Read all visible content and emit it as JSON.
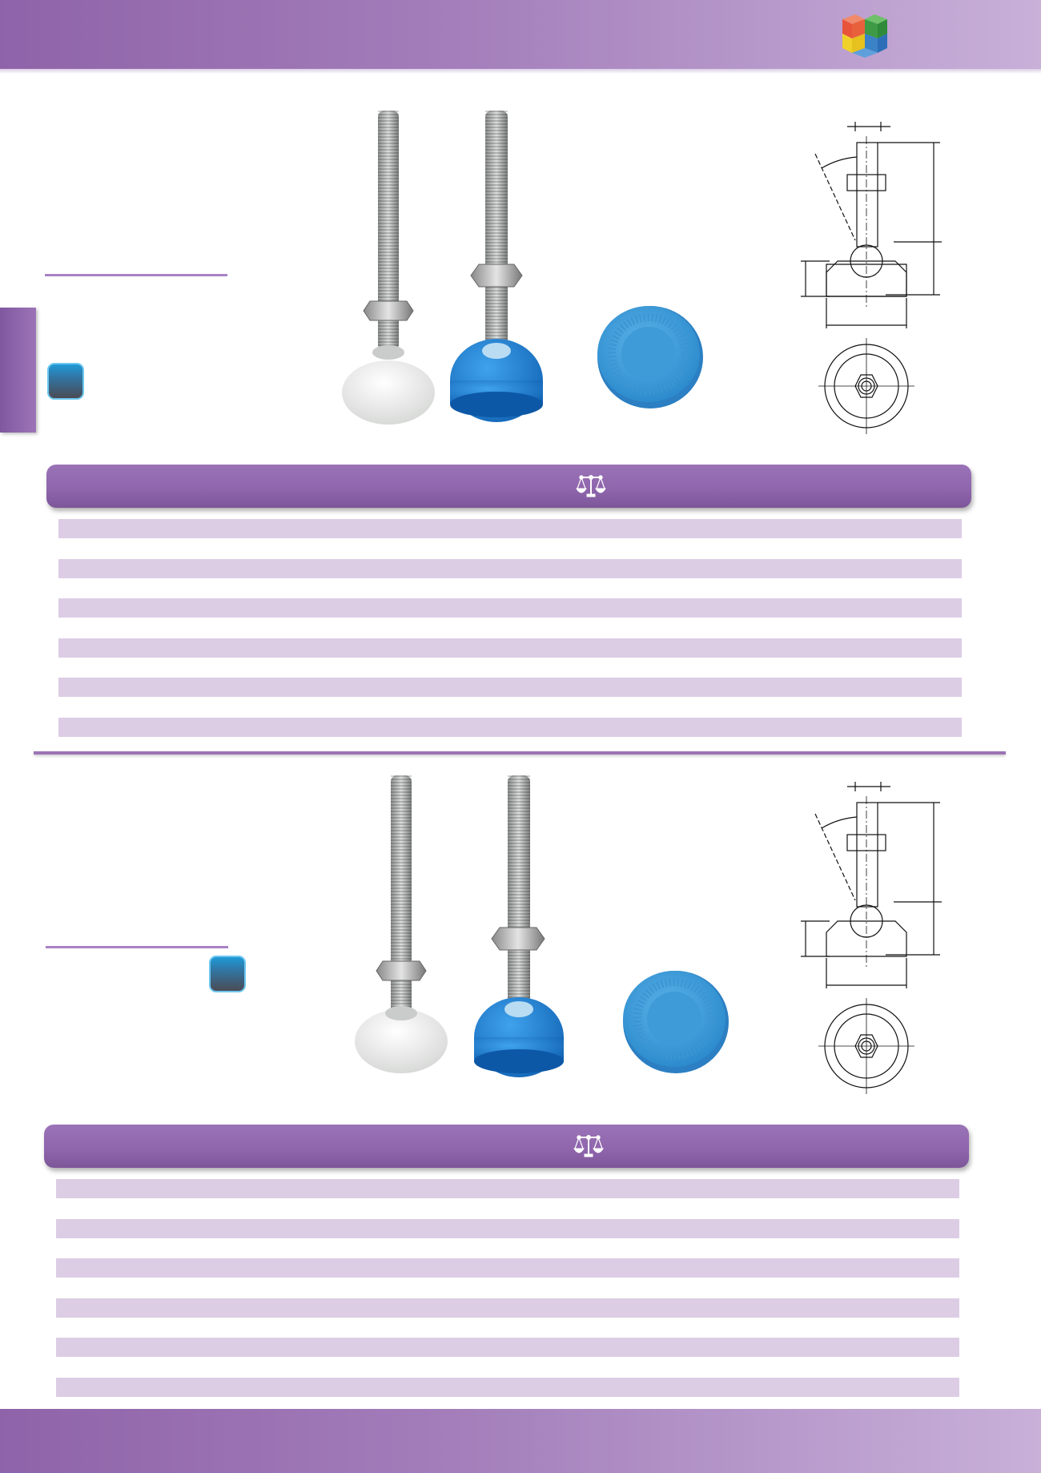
{
  "brand": {
    "header_color": "#8f63a9",
    "header_color_light": "#c8b0d9",
    "logo": "four-color-cube-logo",
    "logo_colors": [
      "#e8543a",
      "#3f9a45",
      "#f0d02a",
      "#2c6fb8"
    ]
  },
  "icons": {
    "load_capacity": "scale-balance-icon",
    "category_badge": "blue-square-badge"
  },
  "colors": {
    "stripe": "#dccde4",
    "pad_white": "#f4f4f2",
    "pad_blue": "#2b86d3",
    "accent_rule": "#a882c2"
  },
  "products": [
    {
      "photo_items": [
        "white-base-leveling-foot",
        "blue-base-leveling-foot",
        "blue-anti-slip-pad"
      ],
      "table_rows": 6
    },
    {
      "photo_items": [
        "white-base-leveling-foot",
        "blue-base-leveling-foot",
        "blue-anti-slip-pad"
      ],
      "table_rows": 6
    }
  ]
}
